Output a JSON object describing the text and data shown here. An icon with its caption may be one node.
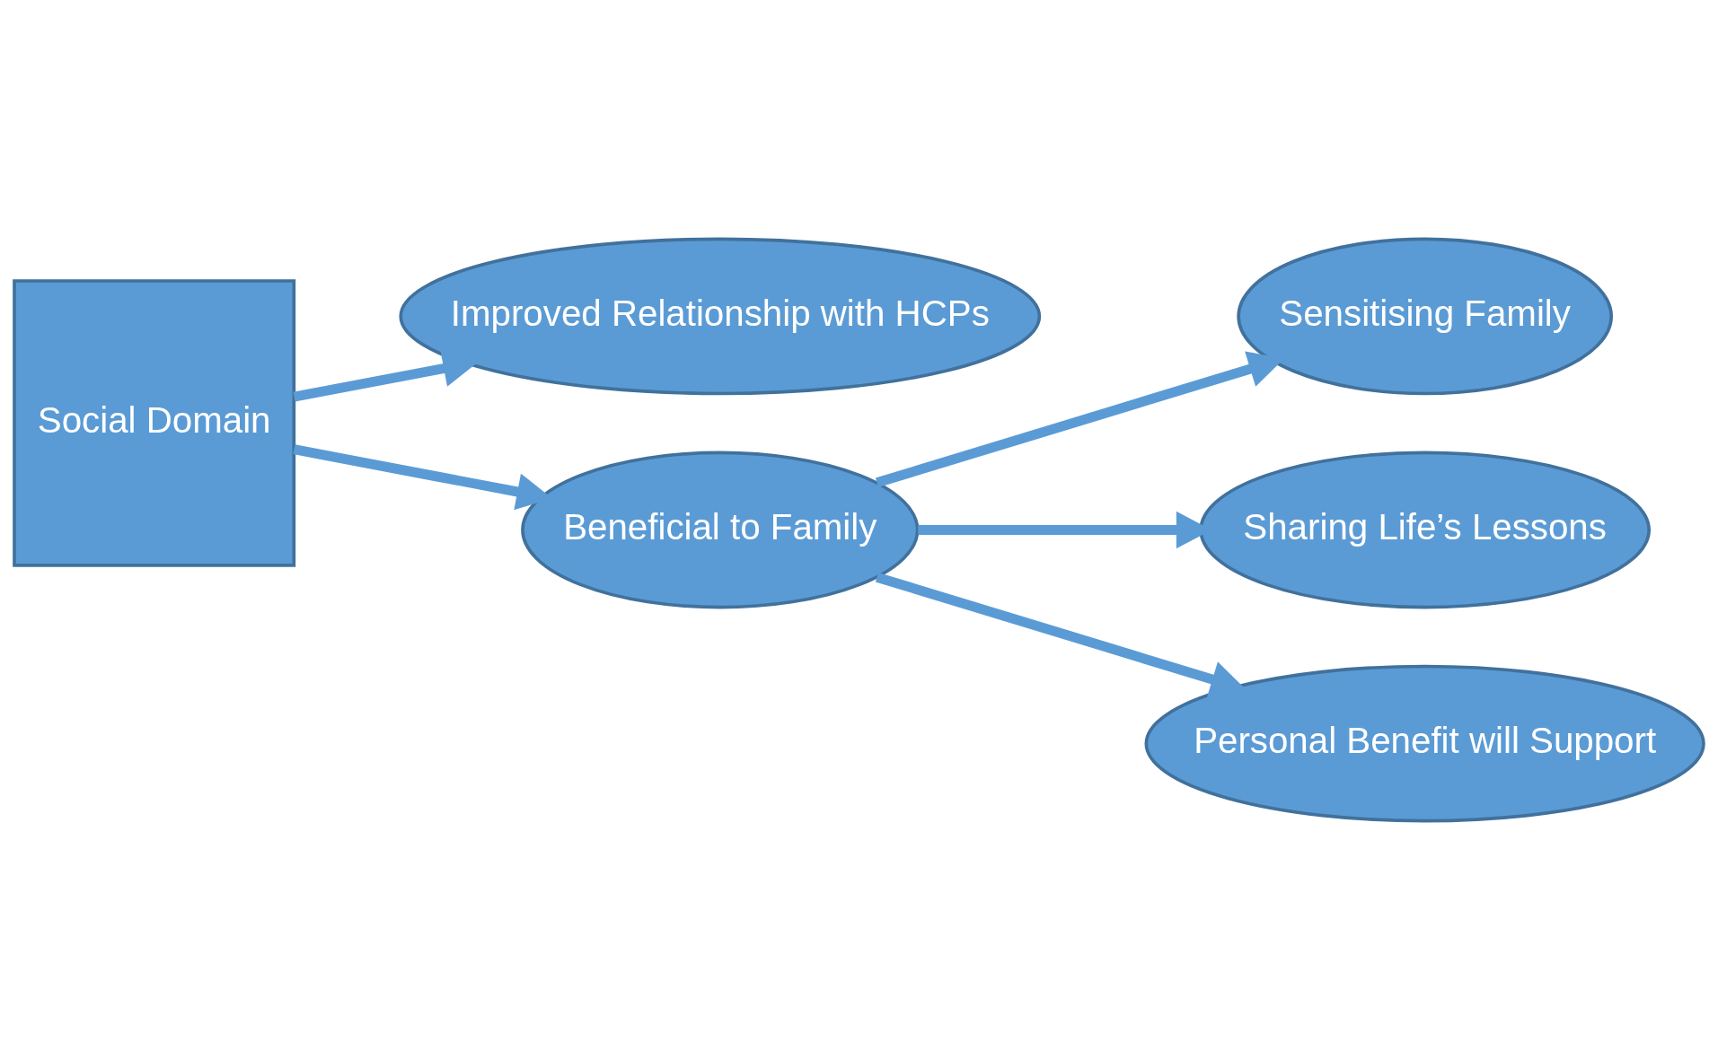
{
  "diagram": {
    "nodes": [
      {
        "text": [
          "Social Domain"
        ]
      },
      {
        "text": [
          "Improved Relationship with HCPs"
        ]
      },
      {
        "text": [
          "Beneficial to Family"
        ]
      },
      {
        "text": [
          "Sensitising Family"
        ]
      },
      {
        "text": [
          "Sharing Life’s Lessons"
        ]
      },
      {
        "text": [
          "Personal Benefit will Support"
        ]
      }
    ],
    "edges": [
      {
        "from": 0,
        "to": 1,
        "arrow": "to"
      },
      {
        "from": 0,
        "to": 2,
        "arrow": "to"
      },
      {
        "from": 2,
        "to": 3,
        "arrow": "to"
      },
      {
        "from": 2,
        "to": 4,
        "arrow": "to"
      },
      {
        "from": 2,
        "to": 5,
        "arrow": "to"
      }
    ]
  }
}
